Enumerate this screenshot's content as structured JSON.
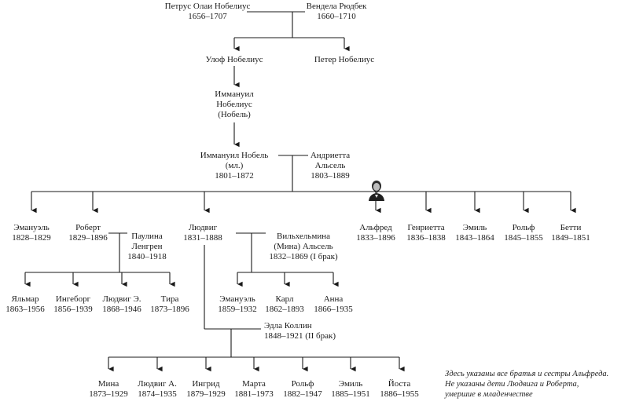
{
  "people": {
    "petrus": {
      "name": "Петрус Олаи Нобелиус",
      "years": "1656–1707"
    },
    "wendela": {
      "name": "Вендела Рюдбек",
      "years": "1660–1710"
    },
    "ulof": {
      "name": "Улоф Нобелиус"
    },
    "peter": {
      "name": "Петер Нобелиус"
    },
    "immanuil_sr": {
      "line1": "Иммануил",
      "line2": "Нобелиус",
      "line3": "(Нобель)"
    },
    "immanuil_jr": {
      "line1": "Иммануил Нобель",
      "line2": "(мл.)",
      "years": "1801–1872"
    },
    "andrietta": {
      "line1": "Андриетта",
      "line2": "Альсель",
      "years": "1803–1889"
    },
    "emanuel_a": {
      "name": "Эмануэль",
      "years": "1828–1829"
    },
    "robert": {
      "name": "Роберт",
      "years": "1829–1896"
    },
    "paulina": {
      "line1": "Паулина",
      "line2": "Ленгрен",
      "years": "1840–1918"
    },
    "ludwig": {
      "name": "Людвиг",
      "years": "1831–1888"
    },
    "wilhelmina": {
      "line1": "Вильхельмина",
      "line2": "(Мина) Альсель",
      "years": "1832–1869 (I брак)"
    },
    "alfred": {
      "name": "Альфред",
      "years": "1833–1896"
    },
    "henrietta": {
      "name": "Генриетта",
      "years": "1836–1838"
    },
    "emil_a": {
      "name": "Эмиль",
      "years": "1843–1864"
    },
    "rolf_a": {
      "name": "Рольф",
      "years": "1845–1855"
    },
    "betty": {
      "name": "Бетти",
      "years": "1849–1851"
    },
    "hjalmar": {
      "name": "Яльмар",
      "years": "1863–1956"
    },
    "ingeborg": {
      "name": "Ингеборг",
      "years": "1856–1939"
    },
    "ludwig_e": {
      "name": "Людвиг Э.",
      "years": "1868–1946"
    },
    "tira": {
      "name": "Тира",
      "years": "1873–1896"
    },
    "emanuel_b": {
      "name": "Эмануэль",
      "years": "1859–1932"
    },
    "karl": {
      "name": "Карл",
      "years": "1862–1893"
    },
    "anna": {
      "name": "Анна",
      "years": "1866–1935"
    },
    "edla": {
      "name": "Эдла Коллин",
      "years": "1848–1921 (II брак)"
    },
    "mina": {
      "name": "Мина",
      "years": "1873–1929"
    },
    "ludwig_a": {
      "name": "Людвиг А.",
      "years": "1874–1935"
    },
    "ingrid": {
      "name": "Ингрид",
      "years": "1879–1929"
    },
    "marta": {
      "name": "Марта",
      "years": "1881–1973"
    },
    "rolf_b": {
      "name": "Рольф",
      "years": "1882–1947"
    },
    "emil_b": {
      "name": "Эмиль",
      "years": "1885–1951"
    },
    "josta": {
      "name": "Йоста",
      "years": "1886–1955"
    }
  },
  "note": {
    "line1": "Здесь указаны все братья и сестры Альфреда.",
    "line2": "Не указаны дети Людвига и Роберта,",
    "line3": "умершие в младенчестве"
  },
  "colors": {
    "line": "#1a1a1a",
    "text": "#1a1a1a"
  },
  "icons": {
    "portrait": "alfred-portrait-icon",
    "arrow": "arrow-down-icon"
  }
}
